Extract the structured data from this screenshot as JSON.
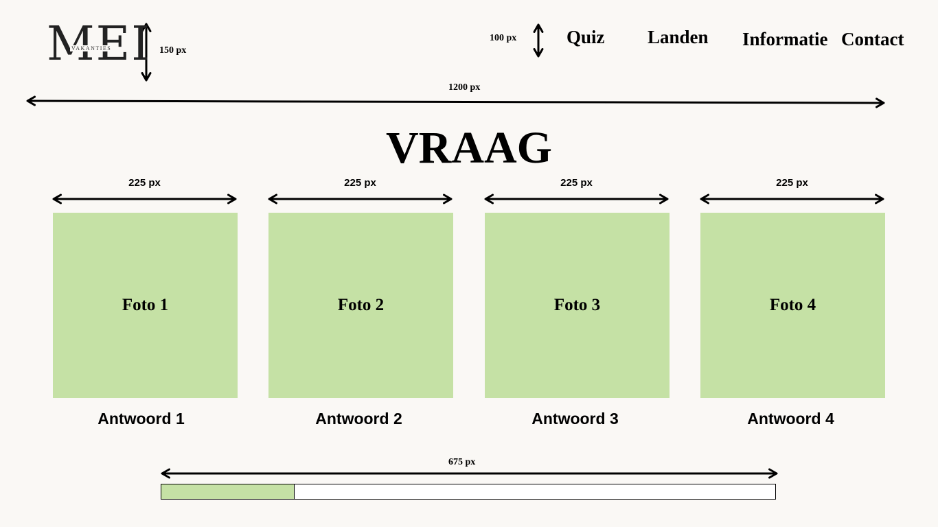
{
  "logo": {
    "main": "MEI",
    "sub": "VAKANTIES"
  },
  "dimensions": {
    "logo_height": "150 px",
    "nav_height": "100 px",
    "page_width": "1200 px",
    "photo_width": "225 px",
    "progress_width": "675 px"
  },
  "nav": {
    "items": [
      {
        "label": "Quiz"
      },
      {
        "label": "Landen"
      },
      {
        "label": "Informatie"
      },
      {
        "label": "Contact"
      }
    ]
  },
  "question": {
    "title": "VRAAG"
  },
  "options": [
    {
      "photo": "Foto 1",
      "answer": "Antwoord 1"
    },
    {
      "photo": "Foto 2",
      "answer": "Antwoord 2"
    },
    {
      "photo": "Foto 3",
      "answer": "Antwoord 3"
    },
    {
      "photo": "Foto 4",
      "answer": "Antwoord 4"
    }
  ],
  "progress": {
    "value": 0.217
  },
  "colors": {
    "accent": "#c5e1a5",
    "background": "#faf8f5",
    "ink": "#000000"
  }
}
